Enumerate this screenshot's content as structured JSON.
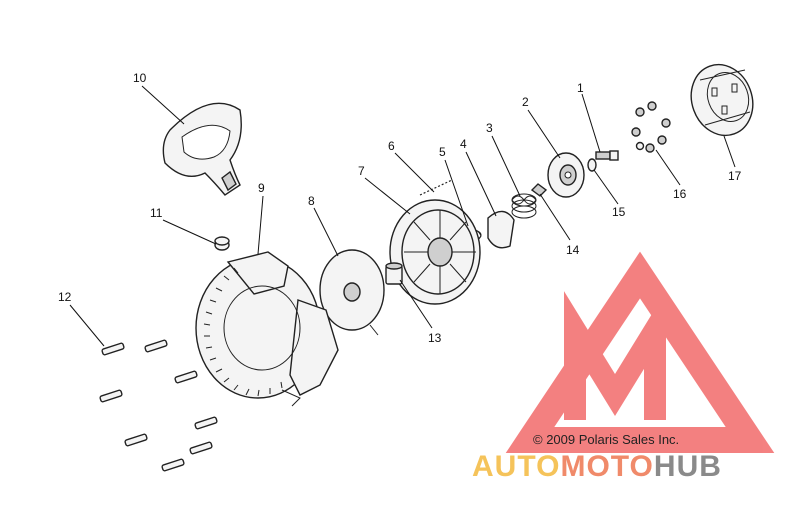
{
  "callouts": [
    {
      "id": "1",
      "label": "1"
    },
    {
      "id": "2",
      "label": "2"
    },
    {
      "id": "3",
      "label": "3"
    },
    {
      "id": "4",
      "label": "4"
    },
    {
      "id": "5",
      "label": "5"
    },
    {
      "id": "6",
      "label": "6"
    },
    {
      "id": "7",
      "label": "7"
    },
    {
      "id": "8",
      "label": "8"
    },
    {
      "id": "9",
      "label": "9"
    },
    {
      "id": "10",
      "label": "10"
    },
    {
      "id": "11",
      "label": "11"
    },
    {
      "id": "12",
      "label": "12"
    },
    {
      "id": "13",
      "label": "13"
    },
    {
      "id": "14",
      "label": "14"
    },
    {
      "id": "15",
      "label": "15"
    },
    {
      "id": "16",
      "label": "16"
    },
    {
      "id": "17",
      "label": "17"
    }
  ],
  "watermark": {
    "copyright": "© 2009 Polaris Sales Inc.",
    "brand_part1": "AUTO",
    "brand_part2": "MOTO",
    "brand_part3": "HUB",
    "colors": {
      "logo": "#f26b6b",
      "auto": "#f5c35a",
      "moto": "#f08a6a",
      "hub": "#8a8a8a"
    }
  }
}
